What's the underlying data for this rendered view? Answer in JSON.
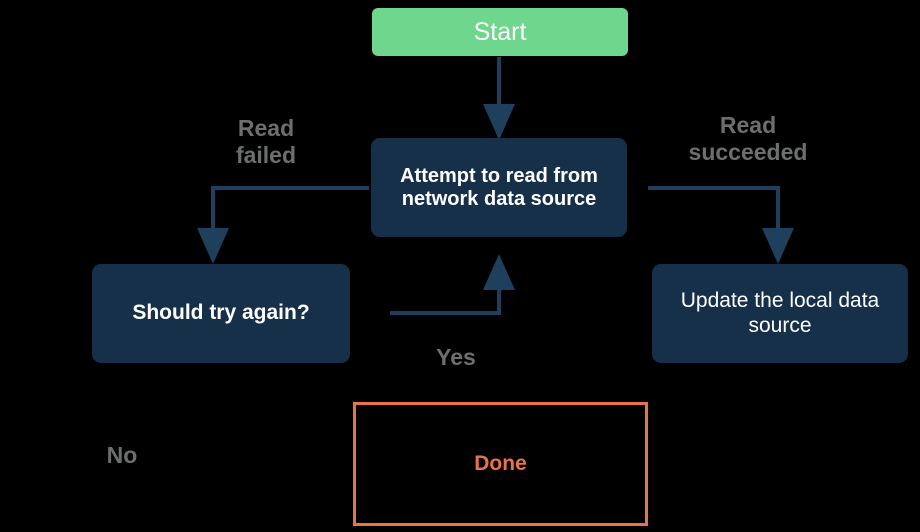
{
  "diagram": {
    "title": "Network read retry flowchart",
    "background_color": "#000000",
    "nodes": {
      "start": {
        "label": "Start",
        "fill": "#6fd68d",
        "text_color": "#ffffff"
      },
      "process": {
        "label": "Attempt to read from network data source",
        "fill": "#16304a",
        "text_color": "#ffffff"
      },
      "decision": {
        "label": "Should try again?",
        "fill": "#16304a",
        "text_color": "#ffffff"
      },
      "update": {
        "label": "Update the local data source",
        "fill": "#16304a",
        "text_color": "#ffffff"
      },
      "done": {
        "label": "Done",
        "fill": "transparent",
        "border_color": "#e8724a",
        "text_color": "#e8724a"
      }
    },
    "edge_labels": {
      "read_failed": "Read\nfailed",
      "read_succeeded": "Read\nsucceeded",
      "yes": "Yes",
      "no": "No"
    },
    "edge_color": "#1e405c",
    "label_color": "#6d6f6f"
  }
}
